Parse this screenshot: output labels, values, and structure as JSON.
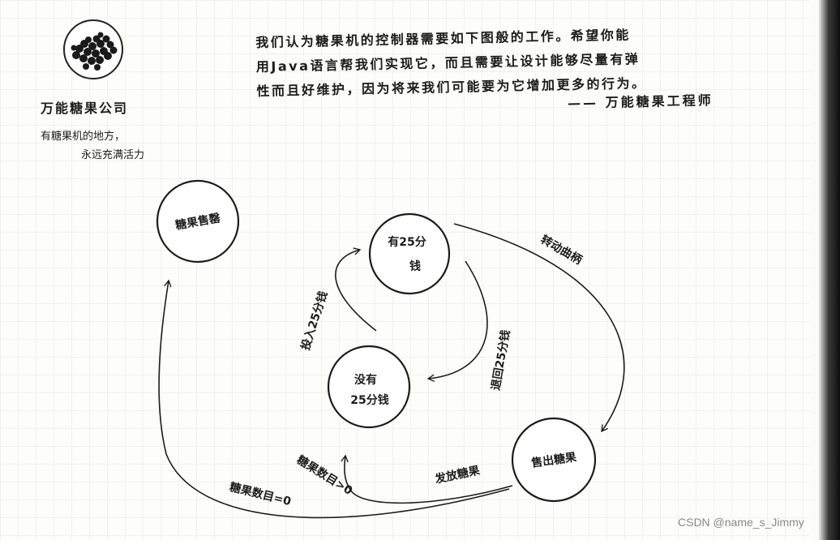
{
  "company": {
    "name": "万能糖果公司",
    "slogan_line1": "有糖果机的地方，",
    "slogan_line2": "永远充满活力"
  },
  "quote": {
    "lines": [
      "我们认为糖果机的控制器需要如下图般的工作。希望你能",
      "用Java语言帮我们实现它，而且需要让设计能够尽量有弹",
      "性而且好维护，因为将来我们可能要为它增加更多的行为。"
    ],
    "author": "—— 万能糖果工程师"
  },
  "diagram": {
    "states": [
      {
        "id": "sold_out",
        "label": "糖果售罄"
      },
      {
        "id": "has_quarter",
        "label_line1": "有25分",
        "label_line2": "钱"
      },
      {
        "id": "no_quarter",
        "label_line1": "没有",
        "label_line2": "25分钱"
      },
      {
        "id": "sold",
        "label": "售出糖果"
      }
    ],
    "transitions": {
      "insert_quarter": "投入25分钱",
      "turn_crank": "转动曲柄",
      "eject_quarter": "退回25分钱",
      "dispense": "发放糖果",
      "gumballs_gt_zero": "糖果数目>0",
      "gumballs_eq_zero": "糖果数目=0"
    }
  },
  "watermark": "CSDN @name_s_Jimmy",
  "colors": {
    "ink": "#1c1c1c",
    "paper": "#fdfdfb",
    "watermark": "#8a8a8a"
  }
}
